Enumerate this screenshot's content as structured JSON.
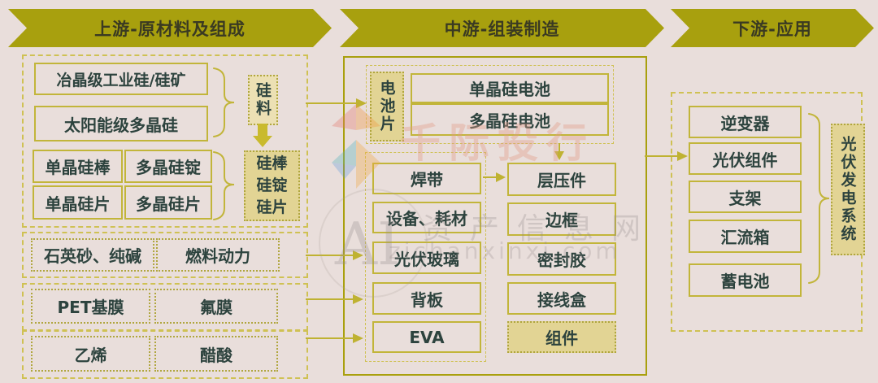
{
  "banners": [
    {
      "label": "上游-原材料及组成"
    },
    {
      "label": "中游-组装制造"
    },
    {
      "label": "下游-应用"
    }
  ],
  "upstream": {
    "raw1": "冶晶级工业硅/硅矿",
    "raw2": "太阳能级多晶硅",
    "silicon": "硅料",
    "mono_rod": "单晶硅棒",
    "poly_ingot": "多晶硅锭",
    "mono_wafer": "单晶硅片",
    "poly_wafer": "多晶硅片",
    "rod_ingot_wafer": [
      "硅棒",
      "硅锭",
      "硅片"
    ],
    "aux_row1": [
      "石英砂、纯碱",
      "燃料动力"
    ],
    "aux_row2": [
      "PET基膜",
      "氟膜"
    ],
    "aux_row3": [
      "乙烯",
      "醋酸"
    ]
  },
  "midstream": {
    "cell_label": "电池片",
    "mono_cell": "单晶硅电池",
    "poly_cell": "多晶硅电池",
    "left": [
      "焊带",
      "设备、耗材",
      "光伏玻璃",
      "背板",
      "EVA"
    ],
    "right": [
      "层压件",
      "边框",
      "密封胶",
      "接线盒",
      "组件"
    ]
  },
  "downstream": {
    "items": [
      "逆变器",
      "光伏组件",
      "支架",
      "汇流箱",
      "蓄电池"
    ],
    "system_label": "光伏发电系统"
  },
  "watermarks": {
    "brand": "千际投行",
    "ai": "AI",
    "site_name": "资产信息网",
    "site_url": "zichanxinxi.com"
  },
  "colors": {
    "background": "#e9dedb",
    "banner_fill": "#a8a00e",
    "box_border": "#c2b53a",
    "khaki_fill": "#e2d494",
    "khaki_light_fill": "#ece0b4",
    "text": "#2d433e"
  }
}
